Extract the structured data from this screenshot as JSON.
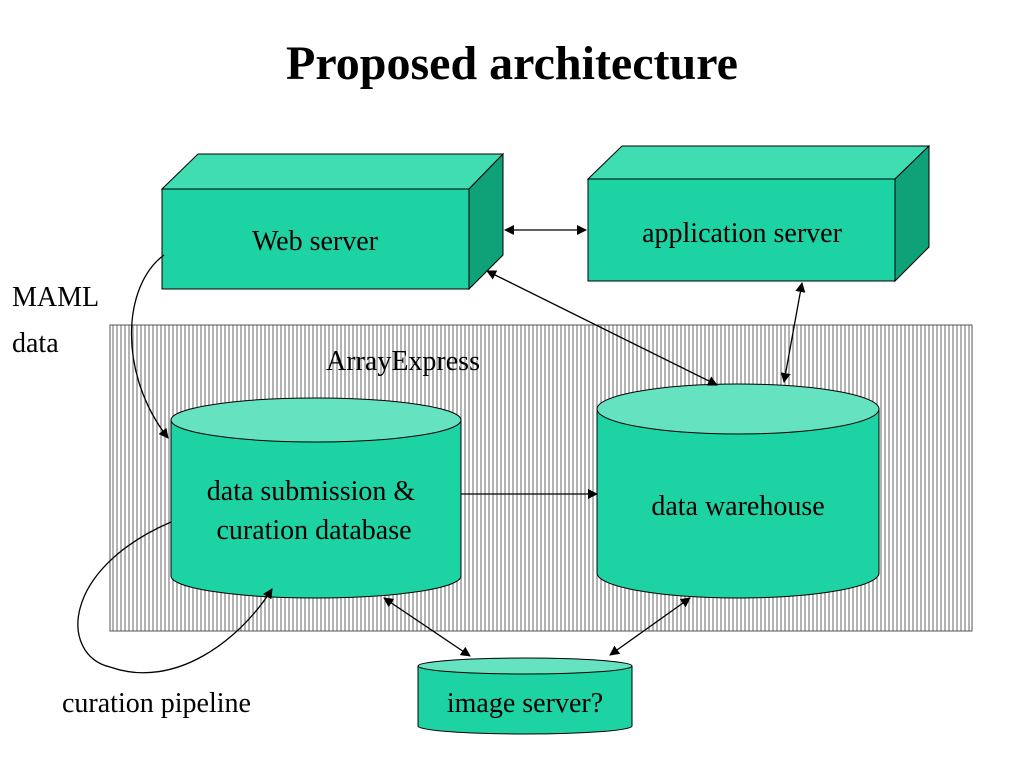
{
  "title": "Proposed architecture",
  "colors": {
    "box_front": "#1ED3A3",
    "box_top": "#40DDB3",
    "box_side": "#0FA178",
    "cylinder_body": "#1ED3A3",
    "cylinder_top": "#65E2C0",
    "outline": "#000000"
  },
  "nodes": {
    "web_server": "Web server",
    "application_server": "application server",
    "curation_db_line1": "data submission &",
    "curation_db_line2": "curation database",
    "data_warehouse": "data warehouse",
    "image_server": "image server?"
  },
  "labels": {
    "region": "ArrayExpress",
    "maml_line1": "MAML",
    "maml_line2": "data",
    "curation_pipeline": "curation pipeline"
  }
}
